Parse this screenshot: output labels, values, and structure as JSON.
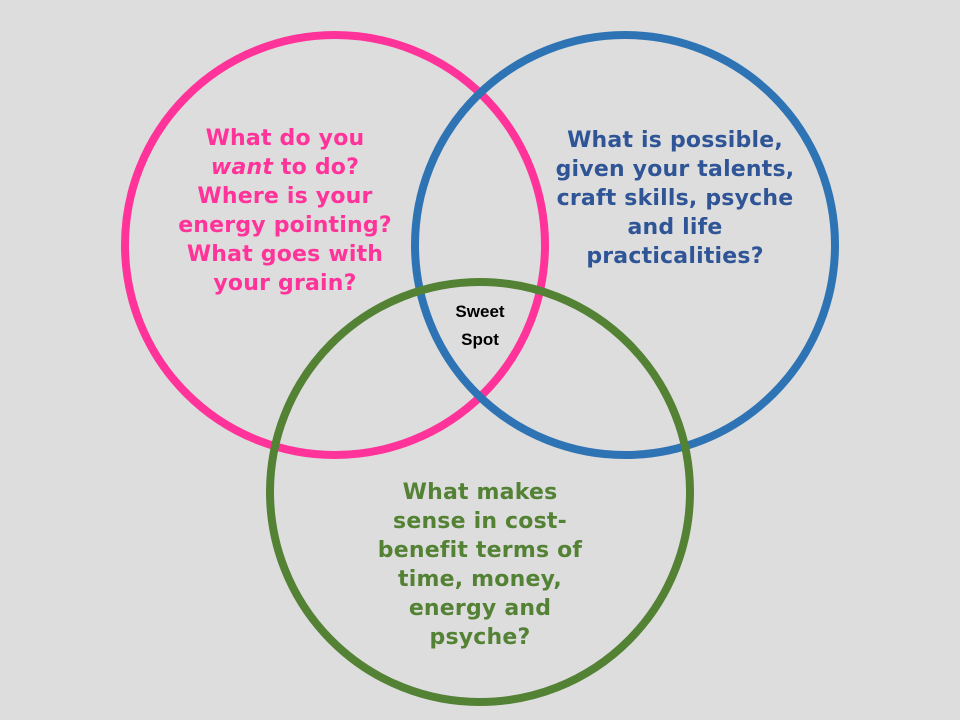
{
  "colors": {
    "background": "#dddddd",
    "want": "#ff3399",
    "possible": "#2e74b5",
    "possible_text": "#2f5597",
    "sense": "#548235",
    "sweet_spot": "#000000"
  },
  "want_circle": {
    "color_name": "pink",
    "lines": [
      {
        "emph": "",
        "text": "What do you"
      },
      {
        "emph": "want",
        "text": " to do?"
      },
      {
        "emph": "",
        "text": "Where is your"
      },
      {
        "emph": "",
        "text": "energy pointing?"
      },
      {
        "emph": "",
        "text": "What goes with"
      },
      {
        "emph": "",
        "text": "your grain?"
      }
    ]
  },
  "possible_circle": {
    "color_name": "blue",
    "lines": [
      "What is possible,",
      "given your talents,",
      "craft skills, psyche",
      "and life",
      "practicalities?"
    ]
  },
  "sense_circle": {
    "color_name": "green",
    "lines": [
      "What makes",
      "sense in cost-",
      "benefit terms of",
      "time, money,",
      "energy and",
      "psyche?"
    ]
  },
  "sweet_spot": {
    "lines": [
      "Sweet",
      "Spot"
    ]
  }
}
